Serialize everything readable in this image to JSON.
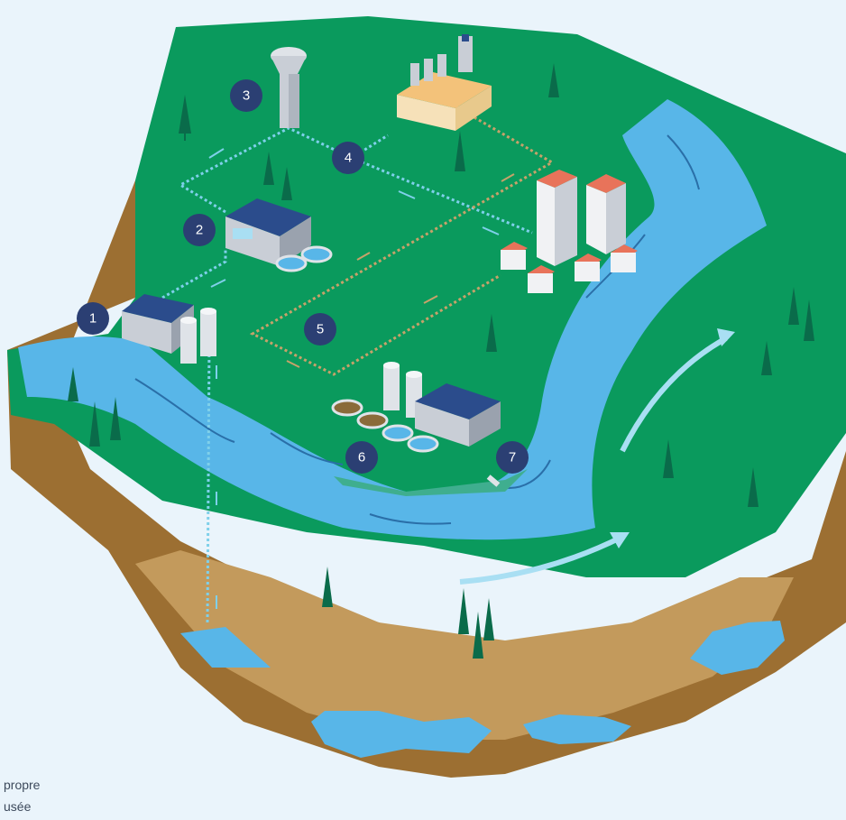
{
  "colors": {
    "background": "#eaf4fb",
    "grass": "#0a9a5d",
    "soil": "#9c6f32",
    "soil_light": "#c39a5c",
    "water": "#58b6e8",
    "clean_water_line": "#7fd0ea",
    "wastewater_line": "#c7a26a",
    "badge": "#2b3f73",
    "tree": "#0a6b4a"
  },
  "steps": [
    {
      "number": "1",
      "icon": "water-intake-station-icon"
    },
    {
      "number": "2",
      "icon": "drinking-water-plant-icon"
    },
    {
      "number": "3",
      "icon": "water-tower-icon"
    },
    {
      "number": "4",
      "icon": "distribution-network-icon"
    },
    {
      "number": "5",
      "icon": "sewer-network-icon"
    },
    {
      "number": "6",
      "icon": "wastewater-treatment-plant-icon"
    },
    {
      "number": "7",
      "icon": "discharge-to-river-icon"
    }
  ],
  "legend": {
    "clean_label": "propre",
    "used_label": "usée"
  }
}
